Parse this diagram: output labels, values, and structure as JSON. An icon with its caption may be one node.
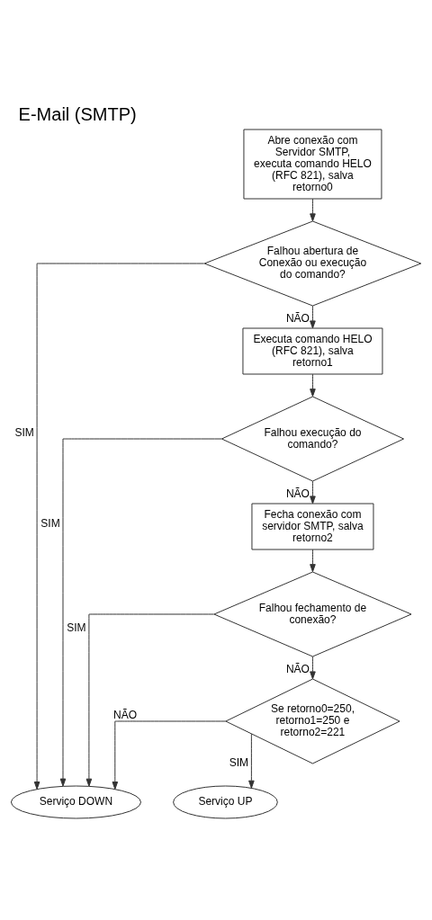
{
  "diagram": {
    "title": "E-Mail (SMTP)",
    "nodes": [
      {
        "text": [
          "Abre conexão com Servidor SMTP, executa comando HELO (RFC 821), salva retorno0"
        ]
      },
      {
        "text": [
          "Falhou abertura de Conexão ou execução do comando?"
        ]
      },
      {
        "text": [
          "Executa comando HELO (RFC 821), salva retorno1"
        ]
      },
      {
        "text": [
          "Falhou execução do comando?"
        ]
      },
      {
        "text": [
          "Fecha conexão com servidor SMTP, salva retorno2"
        ]
      },
      {
        "text": [
          "Falhou fechamento de conexão?"
        ]
      },
      {
        "text": [
          "Se retorno0=250, retorno1=250 e retorno2=221"
        ]
      },
      {
        "text": [
          "Serviço DOWN"
        ]
      },
      {
        "text": [
          "Serviço UP"
        ]
      }
    ],
    "edges": [
      {
        "from": 0,
        "to": 1,
        "arrow": "to"
      },
      {
        "from": 1,
        "to": 2,
        "arrow": "to",
        "label": "NÃO"
      },
      {
        "from": 1,
        "to": 7,
        "arrow": "to",
        "label": "SIM"
      },
      {
        "from": 2,
        "to": 3,
        "arrow": "to"
      },
      {
        "from": 3,
        "to": 4,
        "arrow": "to",
        "label": "NÃO"
      },
      {
        "from": 3,
        "to": 7,
        "arrow": "to",
        "label": "SIM"
      },
      {
        "from": 4,
        "to": 5,
        "arrow": "to"
      },
      {
        "from": 5,
        "to": 6,
        "arrow": "to",
        "label": "NÃO"
      },
      {
        "from": 5,
        "to": 7,
        "arrow": "to",
        "label": "SIM"
      },
      {
        "from": 6,
        "to": 7,
        "arrow": "to",
        "label": "NÃO"
      },
      {
        "from": 6,
        "to": 8,
        "arrow": "to",
        "label": "SIM"
      }
    ]
  }
}
